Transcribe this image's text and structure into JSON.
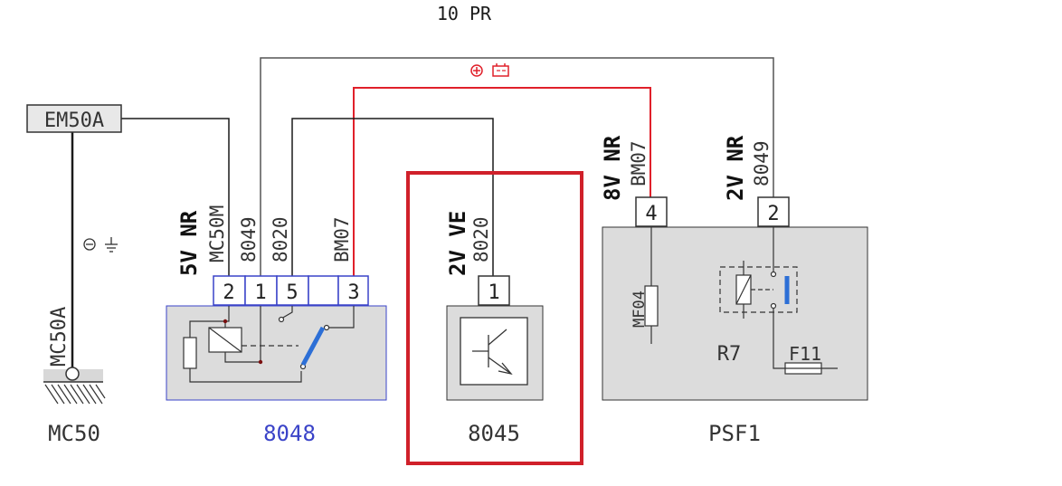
{
  "diagram": {
    "top_label": "10 PR",
    "battery_symbol": "⊕ 🞔",
    "ground_symbol": "⊖ ⏚",
    "colors": {
      "wire": "#1a1a1a",
      "wire_light": "#555555",
      "red_wire": "#e0202a",
      "highlight_box": "#d0202a",
      "component_fill": "#dcdcdc",
      "blue_label": "#3a43c8",
      "relay_contact": "#2d6fd6"
    },
    "em50a": {
      "label": "EM50A"
    },
    "mc50": {
      "wire_label": "MC50A",
      "ground_label": "MC50"
    },
    "c8048": {
      "name": "8048",
      "connector_text": "5V NR",
      "wire_labels": [
        "MC50M",
        "8049",
        "8020",
        "BM07"
      ],
      "pins": [
        "2",
        "1",
        "5",
        "",
        "3"
      ]
    },
    "c8045": {
      "name": "8045",
      "connector_text": "2V VE",
      "wire_label": "8020",
      "pin": "1"
    },
    "psf1": {
      "name": "PSF1",
      "conn_a_text": "8V NR",
      "conn_a_wire": "BM07",
      "conn_a_pin": "4",
      "conn_b_text": "2V NR",
      "conn_b_wire": "8049",
      "conn_b_pin": "2",
      "fuse_mf": "MF04",
      "relay": "R7",
      "fuse_f": "F11"
    }
  }
}
